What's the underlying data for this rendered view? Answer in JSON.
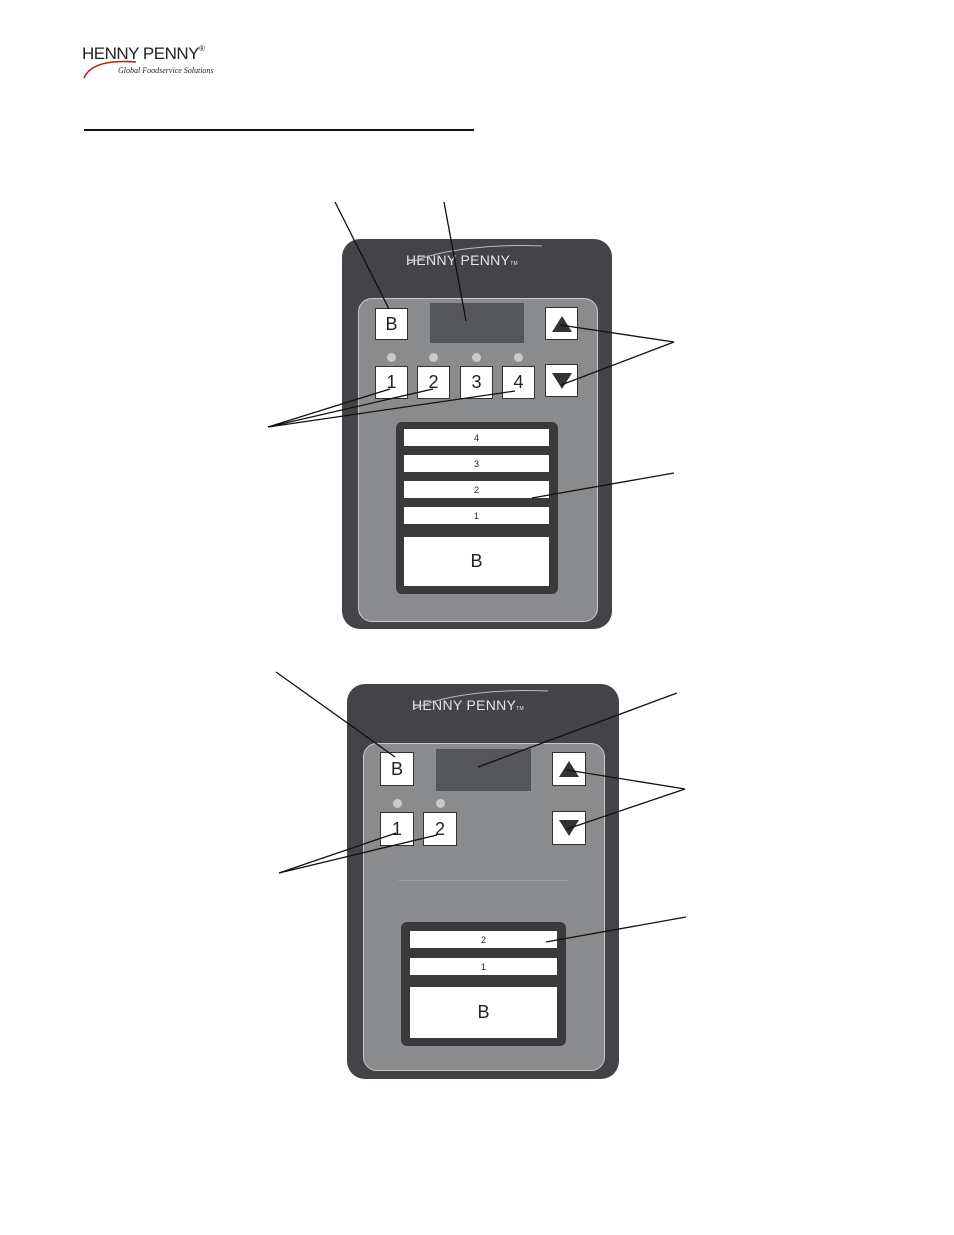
{
  "header": {
    "brand": "HENNY PENNY",
    "registered_mark": "®",
    "tagline": "Global Foodservice Solutions"
  },
  "panel_a": {
    "brand": "HENNY PENNY",
    "trademark": "TM",
    "basket_key": "B",
    "product_keys": [
      "1",
      "2",
      "3",
      "4"
    ],
    "slots": [
      "4",
      "3",
      "2",
      "1"
    ],
    "basket_slot": "B"
  },
  "panel_b": {
    "brand": "HENNY PENNY",
    "trademark": "TM",
    "basket_key": "B",
    "product_keys": [
      "1",
      "2"
    ],
    "slots": [
      "2",
      "1"
    ],
    "basket_slot": "B"
  }
}
